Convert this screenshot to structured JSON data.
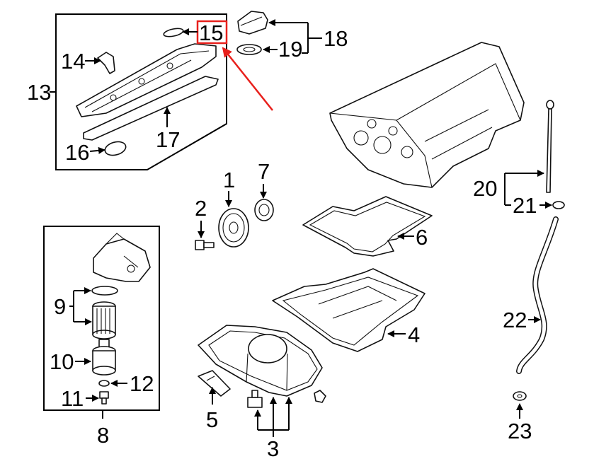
{
  "callouts": {
    "c1": "1",
    "c2": "2",
    "c3": "3",
    "c4": "4",
    "c5": "5",
    "c6": "6",
    "c7": "7",
    "c8": "8",
    "c9": "9",
    "c10": "10",
    "c11": "11",
    "c12": "12",
    "c13": "13",
    "c14": "14",
    "c15": "15",
    "c16": "16",
    "c17": "17",
    "c18": "18",
    "c19": "19",
    "c20": "20",
    "c21": "21",
    "c22": "22",
    "c23": "23"
  },
  "highlight": {
    "callout": "15",
    "color": "#e8201c"
  },
  "colors": {
    "line": "#000000",
    "background": "#ffffff",
    "highlight": "#e8201c"
  }
}
